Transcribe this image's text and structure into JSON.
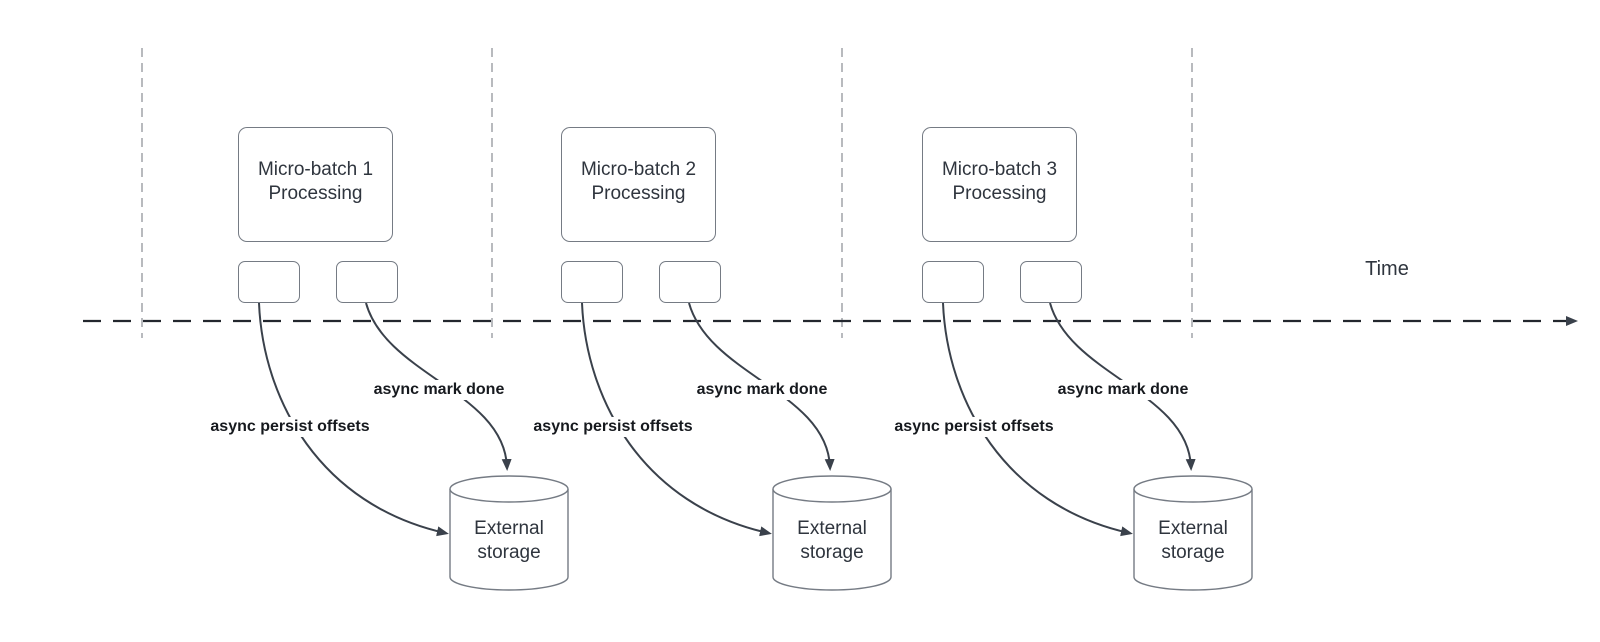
{
  "diagram": {
    "timeline_label": "Time",
    "groups": [
      {
        "box_label": "Micro-batch 1\nProcessing",
        "persist_label": "async persist offsets",
        "done_label": "async mark done",
        "storage_label": "External\nstorage"
      },
      {
        "box_label": "Micro-batch 2\nProcessing",
        "persist_label": "async persist offsets",
        "done_label": "async mark done",
        "storage_label": "External\nstorage"
      },
      {
        "box_label": "Micro-batch 3\nProcessing",
        "persist_label": "async persist offsets",
        "done_label": "async mark done",
        "storage_label": "External\nstorage"
      }
    ]
  },
  "colors": {
    "background": "#ffffff",
    "connector": "#3a414b",
    "shape_border": "#757b84",
    "guide_line": "#a6a9ae",
    "timeline": "#23272e",
    "text": "#2f353e",
    "label_text": "#16191e"
  }
}
